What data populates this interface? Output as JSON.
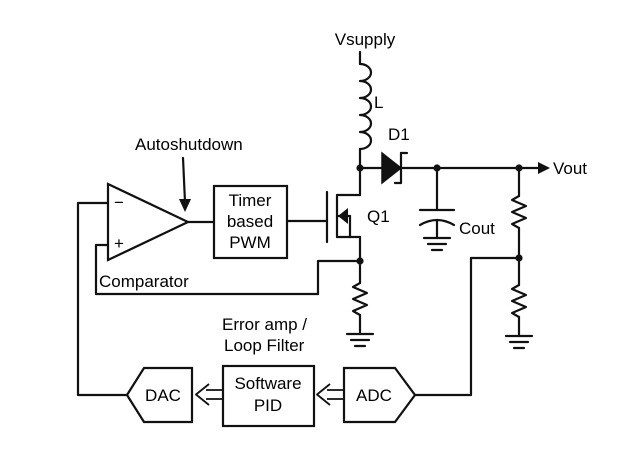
{
  "labels": {
    "vsupply": "Vsupply",
    "inductor": "L",
    "diode": "D1",
    "vout": "Vout",
    "autoshutdown": "Autoshutdown",
    "timer_line1": "Timer",
    "timer_line2": "based",
    "timer_line3": "PWM",
    "q1": "Q1",
    "cout": "Cout",
    "comp_minus": "−",
    "comp_plus": "+",
    "comparator": "Comparator",
    "erroramp_line1": "Error amp /",
    "erroramp_line2": "Loop Filter",
    "dac": "DAC",
    "pid_line1": "Software",
    "pid_line2": "PID",
    "adc": "ADC"
  }
}
